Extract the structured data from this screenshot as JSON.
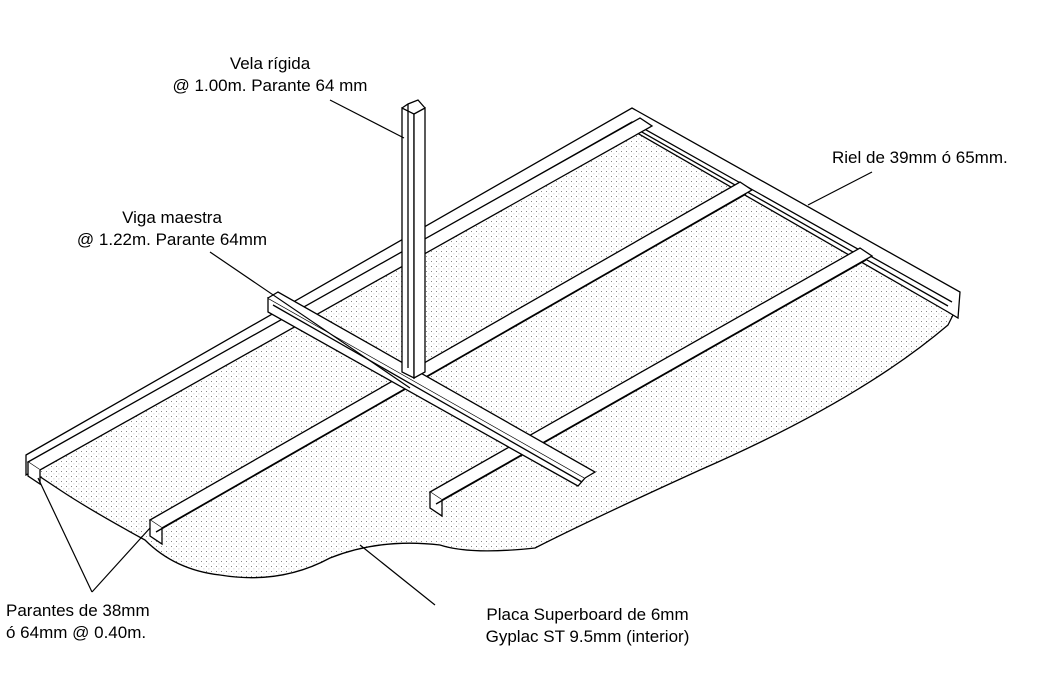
{
  "labels": {
    "vela": {
      "line1": "Vela rígida",
      "line2": "@ 1.00m. Parante 64 mm"
    },
    "riel": {
      "line1": "Riel de 39mm ó 65mm."
    },
    "viga": {
      "line1": "Viga maestra",
      "line2": "@ 1.22m. Parante 64mm"
    },
    "parantes": {
      "line1": "Parantes de 38mm",
      "line2": "ó 64mm @ 0.40m."
    },
    "placa": {
      "line1": "Placa Superboard de 6mm",
      "line2": "Gyplac ST 9.5mm (interior)"
    }
  },
  "colors": {
    "line": "#000000",
    "fill": "#ffffff",
    "stipple": "#8a8a8a"
  }
}
